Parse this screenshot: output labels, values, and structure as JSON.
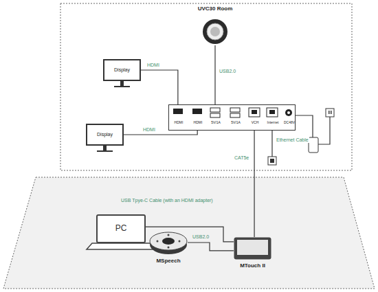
{
  "diagram": {
    "nodes": [
      {
        "text": [
          "UVC30 Room"
        ]
      },
      {
        "text": [
          "Display"
        ]
      },
      {
        "text": [
          "HDMI",
          "HDMI",
          "5V/1A",
          "5V/1A",
          "VCH",
          "Internet",
          "DC48V"
        ]
      },
      {
        "text": [
          "Display"
        ]
      },
      {
        "text": [
          "PC"
        ]
      },
      {
        "text": [
          "MSpeech"
        ]
      },
      {
        "text": [
          "MTouch II"
        ]
      }
    ],
    "edges": [
      {
        "from": 0,
        "to": 2,
        "arrow": "none",
        "label": "USB2.0"
      },
      {
        "from": 1,
        "to": 2,
        "arrow": "none",
        "label": "HDMI"
      },
      {
        "from": 3,
        "to": 2,
        "arrow": "none",
        "label": "HDMI"
      },
      {
        "from": 2,
        "to": 6,
        "arrow": "none",
        "label": "CAT5e"
      },
      {
        "from": 4,
        "to": 6,
        "arrow": "none",
        "label": "USB Tpye-C Cable (with an HDMI adapter)"
      },
      {
        "from": 5,
        "to": 6,
        "arrow": "none",
        "label": "USB2.0"
      }
    ],
    "labels": [
      "Ethernet Cable"
    ]
  }
}
